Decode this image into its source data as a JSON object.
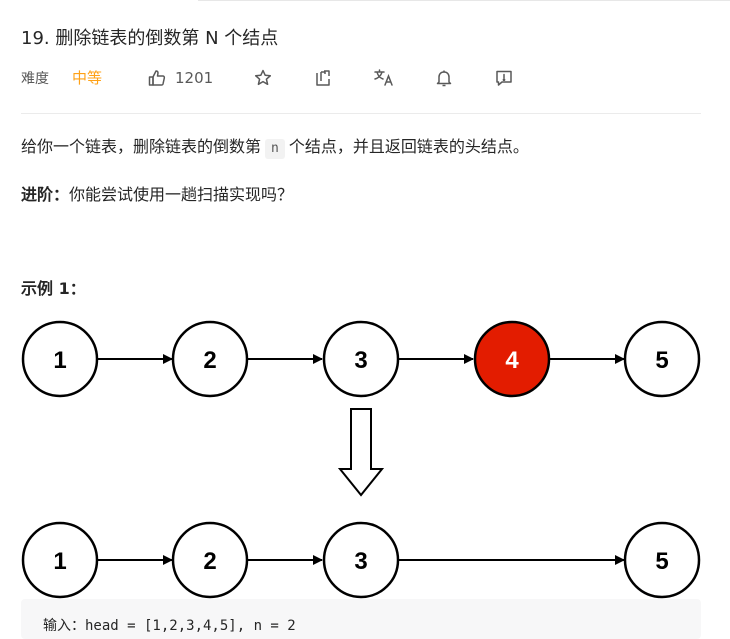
{
  "problem": {
    "title": "19. 删除链表的倒数第 N 个结点",
    "difficulty_label": "难度",
    "difficulty": "中等",
    "likes": "1201"
  },
  "toolbar": {
    "like_icon": "thumbs-up-icon",
    "star_icon": "star-icon",
    "share_icon": "share-icon",
    "translate_icon": "translate-icon",
    "bell_icon": "bell-icon",
    "feedback_icon": "feedback-icon"
  },
  "description": {
    "text_before": "给你一个链表，删除链表的倒数第",
    "code": "n",
    "text_after": "个结点，并且返回链表的头结点。",
    "advance_label": "进阶：",
    "advance_text": "你能尝试使用一趟扫描实现吗？"
  },
  "example": {
    "title": "示例 1：",
    "top_nodes": [
      "1",
      "2",
      "3",
      "4",
      "5"
    ],
    "highlighted_node": "4",
    "bottom_nodes": [
      "1",
      "2",
      "3",
      "5"
    ],
    "output_partial": "输入：head = [1,2,3,4,5], n = 2"
  },
  "colors": {
    "accent": "#ffa116",
    "highlight_node": "#e31c00"
  }
}
